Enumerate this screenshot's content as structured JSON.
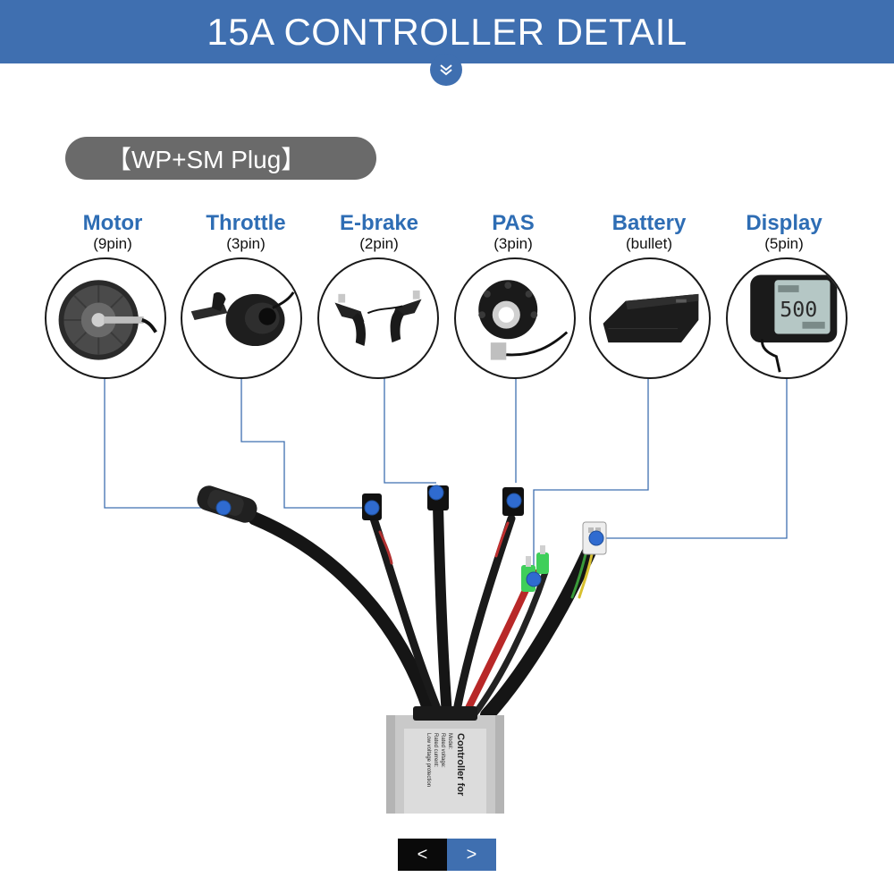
{
  "header": {
    "title": "15A CONTROLLER DETAIL"
  },
  "plug_label": "【WP+SM Plug】",
  "components": [
    {
      "name": "Motor",
      "spec": "(9pin)"
    },
    {
      "name": "Throttle",
      "spec": "(3pin)"
    },
    {
      "name": "E-brake",
      "spec": "(2pin)"
    },
    {
      "name": "PAS",
      "spec": "(3pin)"
    },
    {
      "name": "Battery",
      "spec": "(bullet)"
    },
    {
      "name": "Display",
      "spec": "(5pin)"
    }
  ],
  "display_screen": {
    "reading": "500"
  },
  "controller_label": {
    "title": "Controller for",
    "lines": [
      "Model:",
      "Rated voltage:",
      "Rated current:",
      "Low voltage protection"
    ]
  },
  "pagination": {
    "prev": "<",
    "next": ">"
  },
  "colors": {
    "accent": "#3f6fb0",
    "heading_blue": "#2e6db4",
    "pill_gray": "#6a6a6a",
    "connector_dot": "#2f6bd0"
  }
}
